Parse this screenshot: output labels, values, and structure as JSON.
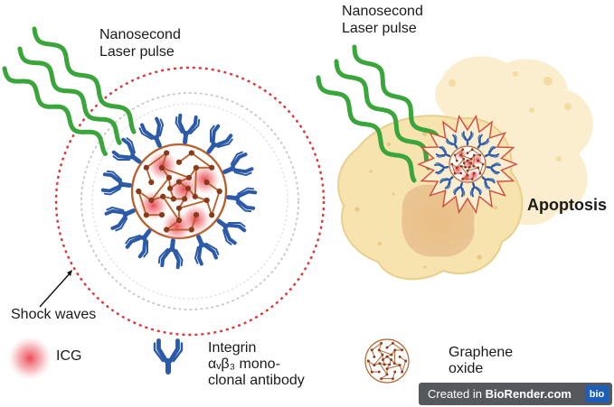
{
  "labels": {
    "laser_left": [
      "Nanosecond",
      "Laser pulse"
    ],
    "laser_right": [
      "Nanosecond",
      "Laser pulse"
    ],
    "shock": "Shock waves",
    "apoptosis": "Apoptosis"
  },
  "legend": {
    "icg": "ICG",
    "integrin": [
      "Integrin",
      "αᵥβ₃ mono-",
      "clonal antibody"
    ],
    "graphene": [
      "Graphene",
      "oxide"
    ]
  },
  "badge": {
    "prefix": "Created in",
    "brand": "BioRender.com",
    "logo": "bio"
  },
  "colors": {
    "laser": "#3aa53a",
    "antibody": "#2b5aa8",
    "cage": "#b8602c",
    "icg": "#e8404a",
    "shock": "#d63a3a",
    "cell": "#f6e3ae"
  },
  "icons": [
    "laser-wave-icon",
    "antibody-icon",
    "graphene-cage-icon",
    "icg-dot-icon",
    "shock-ring-icon",
    "cell-icon"
  ]
}
